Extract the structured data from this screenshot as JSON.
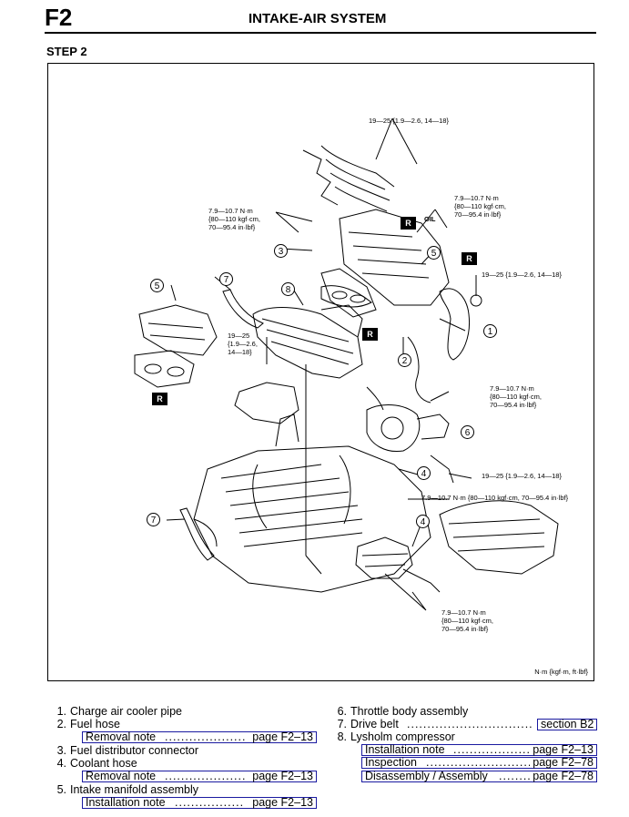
{
  "header": {
    "section_code": "F2",
    "title": "INTAKE-AIR SYSTEM"
  },
  "step_label": "STEP 2",
  "diagram": {
    "torque_labels": {
      "top": "19—25 {1.9—2.6, 14—18}",
      "upper_left": [
        "7.9—10.7 N·m",
        "{80—110 kgf·cm,",
        "70—95.4 in·lbf}"
      ],
      "upper_right": [
        "7.9—10.7 N·m",
        "{80—110 kgf·cm,",
        "70—95.4 in·lbf}"
      ],
      "right_a": "19—25 {1.9—2.6, 14—18}",
      "mid_left": [
        "19—25",
        "{1.9—2.6,",
        "14—18}"
      ],
      "mid_right": [
        "7.9—10.7 N·m",
        "{80—110 kgf·cm,",
        "70—95.4 in·lbf}"
      ],
      "right_b": "19—25 {1.9—2.6, 14—18}",
      "long": "7.9—10.7 N·m {80—110 kgf·cm, 70—95.4 in·lbf}",
      "bottom": [
        "7.9—10.7 N·m",
        "{80—110 kgf·cm,",
        "70—95.4 in·lbf}"
      ]
    },
    "r_mark": "R",
    "oil_mark": "OIL",
    "callouts": [
      "1",
      "2",
      "3",
      "4",
      "5",
      "6",
      "7",
      "8"
    ],
    "units": "N·m {kgf·m, ft·lbf}"
  },
  "legend": {
    "left": [
      {
        "num": "1.",
        "text": "Charge air cooler pipe"
      },
      {
        "num": "2.",
        "text": "Fuel hose"
      },
      {
        "num": "3.",
        "text": "Fuel distributor connector"
      },
      {
        "num": "4.",
        "text": "Coolant hose"
      },
      {
        "num": "5.",
        "text": "Intake manifold assembly"
      }
    ],
    "right": [
      {
        "num": "6.",
        "text": "Throttle body assembly"
      },
      {
        "num": "7.",
        "text": "Drive belt"
      },
      {
        "num": "8.",
        "text": "Lysholm compressor"
      }
    ],
    "links": {
      "fuel_hose_removal": {
        "label": "Removal note",
        "page": "page F2–13"
      },
      "coolant_hose_removal": {
        "label": "Removal note",
        "page": "page F2–13"
      },
      "intake_manifold_install": {
        "label": "Installation note",
        "page": "page F2–13"
      },
      "drive_belt": {
        "label": "section B2"
      },
      "lysholm_install": {
        "label": "Installation note",
        "page": "page F2–13"
      },
      "lysholm_inspection": {
        "label": "Inspection",
        "page": "page F2–78"
      },
      "lysholm_disassembly": {
        "label": "Disassembly / Assembly",
        "page": "page F2–78"
      }
    },
    "dots": "............................................................"
  }
}
